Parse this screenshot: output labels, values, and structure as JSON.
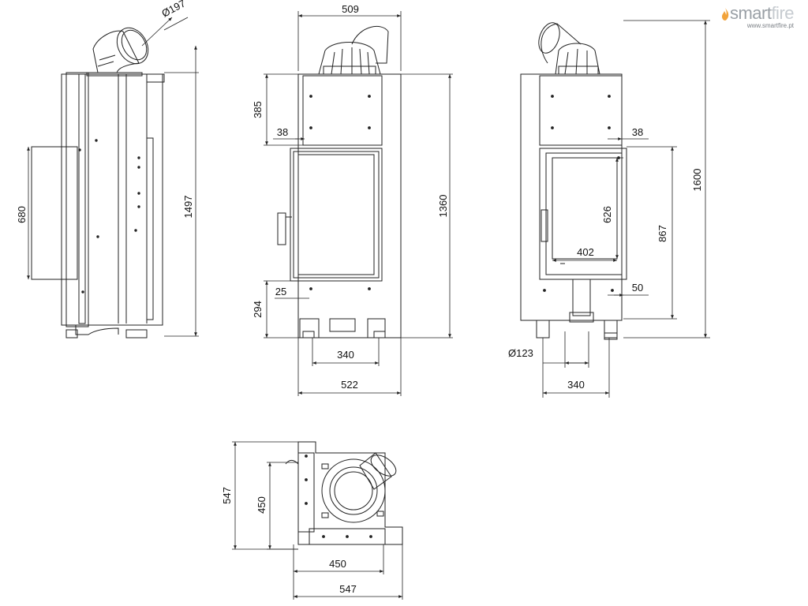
{
  "brand": {
    "name_a": "smart",
    "name_b": "fire",
    "url": "www.smartfire.pt"
  },
  "dimensions": {
    "flue_diameter": "Ø197",
    "side_total_height": "1497",
    "side_opening_height": "680",
    "front_width": "509",
    "front_upper_height": "385",
    "front_left_offset": "38",
    "front_lower_height": "294",
    "front_lower_offset": "25",
    "front_total_height": "1360",
    "front_legs_span": "340",
    "front_total_width": "522",
    "right_offset_top": "38",
    "right_glass_height": "626",
    "right_opening_height": "867",
    "right_glass_width": "402",
    "right_offset_bottom": "50",
    "right_total_height": "1600",
    "right_pipe_diameter": "Ø123",
    "right_legs_span": "340",
    "plan_depth": "547",
    "plan_inner_depth": "450",
    "plan_inner_width": "450",
    "plan_width": "547"
  },
  "colors": {
    "line": "#222222",
    "dim": "#333333",
    "accent": "#f2a33a"
  }
}
